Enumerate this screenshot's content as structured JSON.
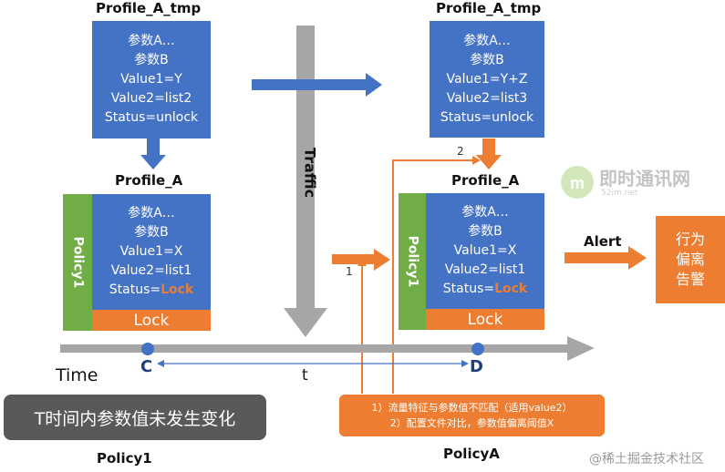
{
  "left": {
    "tmp_title": "Profile_A_tmp",
    "tmp_lines": [
      "参数A…",
      "参数B",
      "Value1=Y",
      "Value2=list2",
      "Status=unlock"
    ],
    "profile_title": "Profile_A",
    "profile_lines": [
      "参数A…",
      "参数B",
      "Value1=X",
      "Value2=list1"
    ],
    "status_prefix": "Status=",
    "status_value": "Lock",
    "lock_label": "Lock",
    "policy_bar": "Policy1",
    "bottom_label": "Policy1"
  },
  "right": {
    "tmp_title": "Profile_A_tmp",
    "tmp_lines": [
      "参数A…",
      "参数B",
      "Value1=Y+Z",
      "Value2=list3",
      "Status=unlock"
    ],
    "profile_title": "Profile_A",
    "profile_lines": [
      "参数A…",
      "参数B",
      "Value1=X",
      "Value2=list1"
    ],
    "status_prefix": "Status=",
    "status_value": "Lock",
    "lock_label": "Lock",
    "policy_bar": "Policy1",
    "bottom_label": "PolicyA"
  },
  "traffic": "Traffic",
  "alert": "Alert",
  "behavior_lines": [
    "行为",
    "偏离",
    "告警"
  ],
  "timeline": {
    "time_label": "Time",
    "c_label": "C",
    "d_label": "D",
    "t_label": "t"
  },
  "num1": "1",
  "num2": "2",
  "gray_note": "T时间内参数值未发生变化",
  "note_lines": [
    "1）流量特征与参数值不匹配（适用value2）",
    "2）配置文件对比，参数值偏离阈值X"
  ],
  "watermark": {
    "logo_text": "即时通讯网",
    "logo_sub": "52im.net",
    "footer": "@稀土掘金技术社区"
  },
  "colors": {
    "blue": "#4472C4",
    "green": "#70AD47",
    "orange": "#ED7D31",
    "gray": "#A6A6A6",
    "dark_gray": "#595959"
  }
}
